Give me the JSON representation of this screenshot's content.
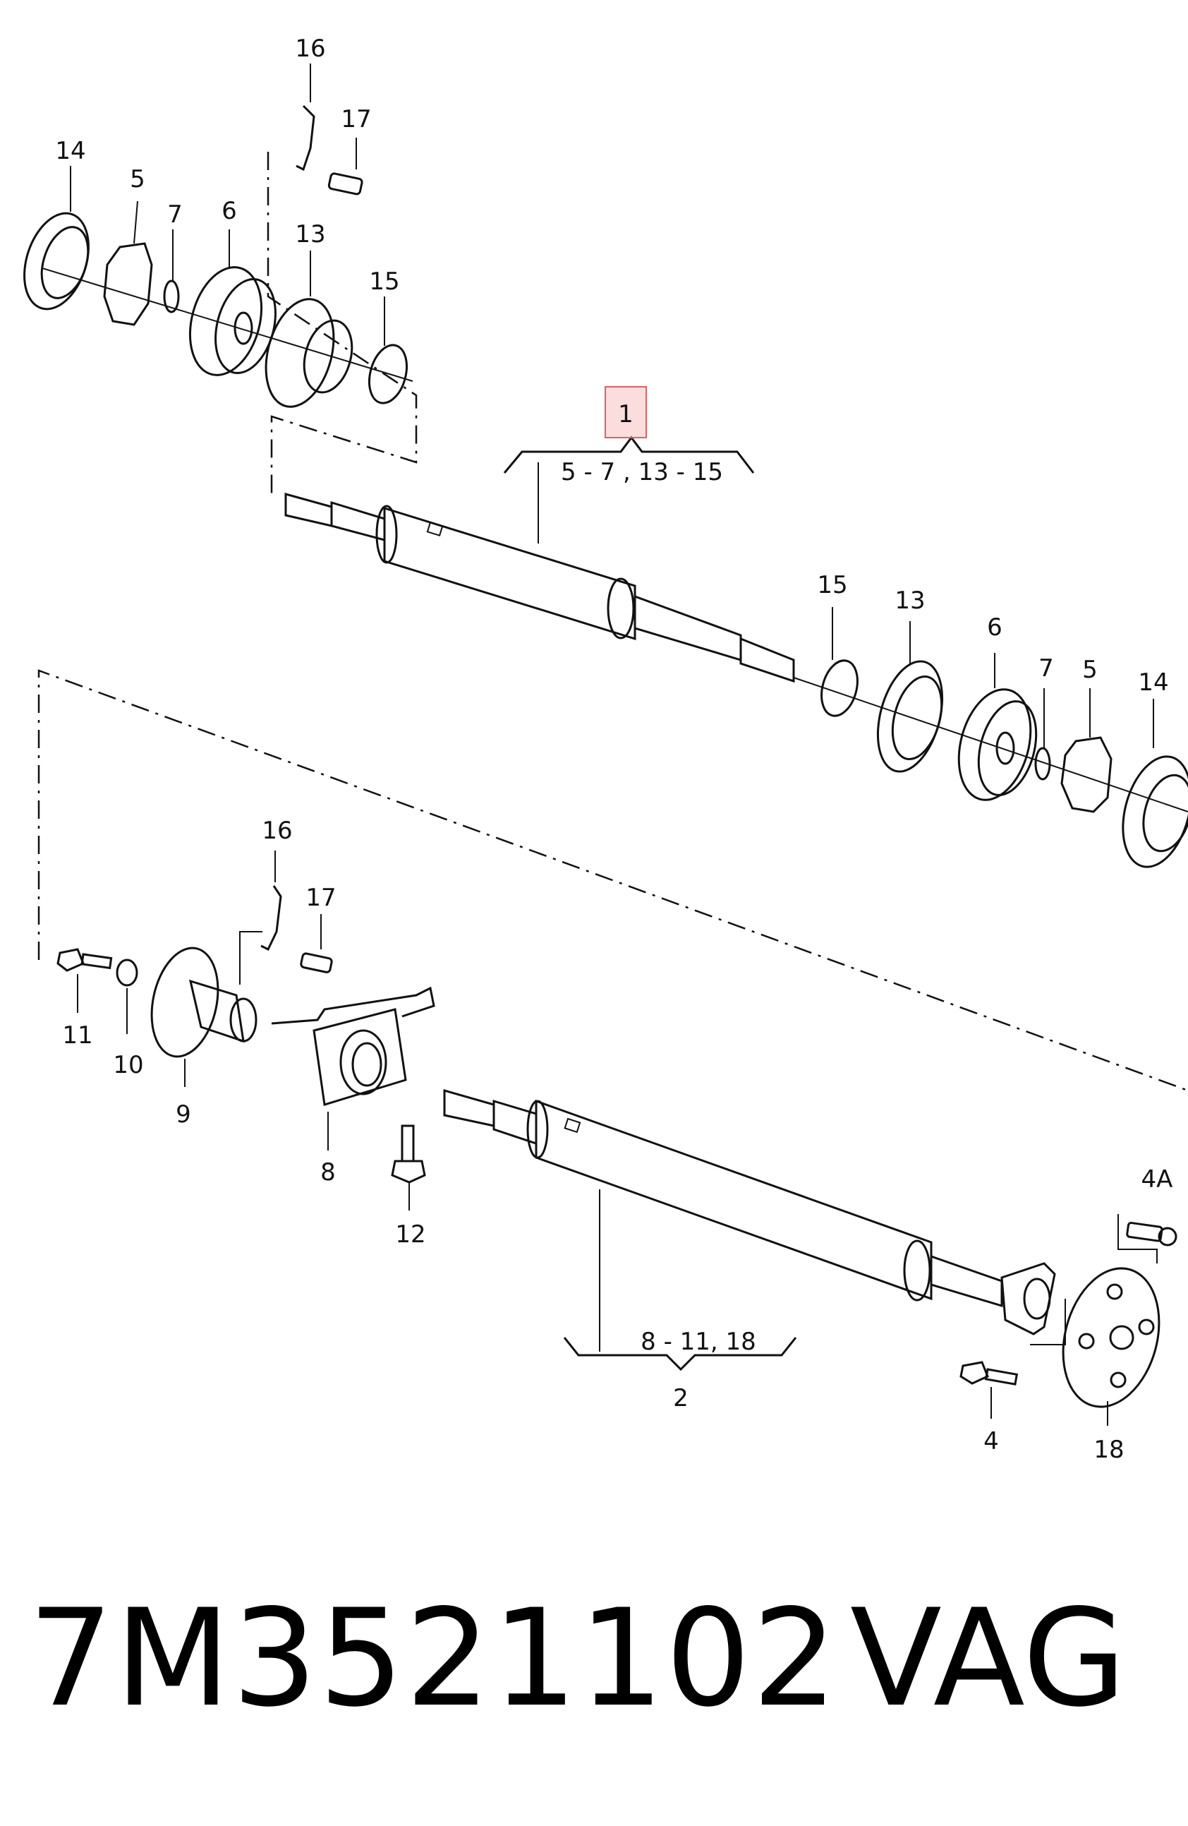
{
  "diagram": {
    "labels": {
      "upper_14": "14",
      "upper_5": "5",
      "upper_7": "7",
      "upper_6": "6",
      "upper_13": "13",
      "upper_15": "15",
      "upper_16": "16",
      "upper_17": "17",
      "shaft1_number": "1",
      "shaft1_range": "5 - 7 , 13 - 15",
      "mid_15": "15",
      "mid_13": "13",
      "mid_6": "6",
      "mid_7": "7",
      "mid_5": "5",
      "mid_14": "14",
      "lower_16": "16",
      "lower_17": "17",
      "lower_11": "11",
      "lower_10": "10",
      "lower_9": "9",
      "lower_8": "8",
      "lower_12": "12",
      "lower_4A": "4A",
      "lower_4": "4",
      "lower_18": "18",
      "shaft2_range": "8 - 11,  18",
      "shaft2_number": "2"
    }
  },
  "footer": {
    "part_number": "7M3521102",
    "brand": "VAG"
  },
  "colors": {
    "highlight": "#e06060",
    "ink": "#111111"
  }
}
